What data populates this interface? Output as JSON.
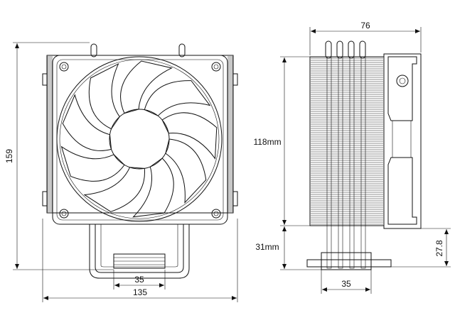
{
  "dimensions": {
    "front_width": "135",
    "front_base_width": "35",
    "front_height": "159",
    "side_depth": "76",
    "side_fin_height": "118mm",
    "side_base_height": "31mm",
    "side_base_right": "27.8",
    "side_base_width": "35"
  }
}
